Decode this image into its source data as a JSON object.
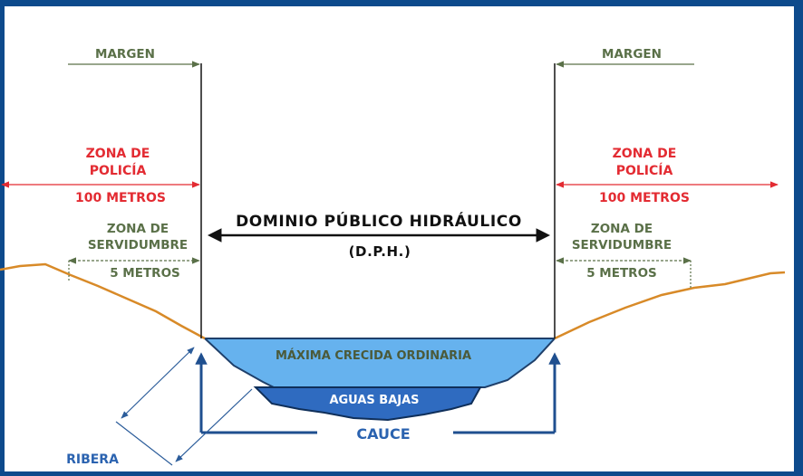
{
  "diagram": {
    "margin_left": "MARGEN",
    "margin_right": "MARGEN",
    "police_zone_left": [
      "ZONA DE",
      "POLICÍA"
    ],
    "police_zone_right": [
      "ZONA DE",
      "POLICÍA"
    ],
    "police_distance_left": "100 METROS",
    "police_distance_right": "100 METROS",
    "easement_zone_left": [
      "ZONA DE",
      "SERVIDUMBRE"
    ],
    "easement_zone_right": [
      "ZONA DE",
      "SERVIDUMBRE"
    ],
    "easement_distance_left": "5 METROS",
    "easement_distance_right": "5 METROS",
    "dph_title": "DOMINIO PÚBLICO HIDRÁULICO",
    "dph_abbr": "(D.P.H.)",
    "max_flood": "MÁXIMA CRECIDA ORDINARIA",
    "low_water": "AGUAS BAJAS",
    "channel": "CAUCE",
    "bank": "RIBERA"
  },
  "colors": {
    "frame": "#0d4a8c",
    "terrain": "#d88a28",
    "flood_water": "#66b2ee",
    "low_water": "#2f6bc0",
    "police_red": "#e32b32",
    "zone_green": "#5a7048",
    "channel_blue": "#1f4f8f"
  }
}
